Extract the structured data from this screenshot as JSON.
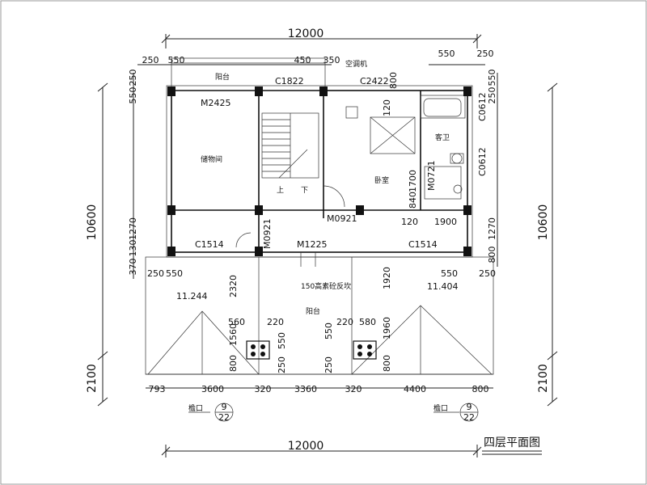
{
  "title": "四层平面图",
  "dims": {
    "top_total": "12000",
    "bottom_total": "12000",
    "left_total": "10600",
    "right_total": "10600",
    "left_bottom": "2100",
    "right_bottom": "2100",
    "top_250a": "250",
    "top_550": "550",
    "top_450": "450",
    "top_350": "350",
    "top_r550": "550",
    "top_r250": "250",
    "l_250": "250",
    "l_550": "550",
    "r_550": "550",
    "r_250": "250",
    "l_1270": "1270",
    "l_130": "130",
    "l_370": "370",
    "r_1270": "1270",
    "r_800": "800",
    "bl_250": "250",
    "bl_550": "550",
    "br_550": "550",
    "br_250": "250",
    "d_2320": "2320",
    "d_1920": "1920",
    "d_560": "560",
    "d_220a": "220",
    "d_1560": "1560",
    "d_550": "550",
    "d_220b": "220",
    "d_580": "580",
    "d_1960": "1960",
    "d_800a": "800",
    "d_250a": "250",
    "d_250b": "250",
    "d_800b": "800",
    "d_550b": "550",
    "m_120a": "120",
    "m_800": "800",
    "m_1700": "1700",
    "m_840": "840",
    "m_120b": "120",
    "m_1900": "1900",
    "b_793": "793",
    "b_3600": "3600",
    "b_320a": "320",
    "b_3360": "3360",
    "b_320b": "320",
    "b_4400": "4400",
    "b_800": "800"
  },
  "labels": {
    "balcony_top": "阳台",
    "balcony_bottom": "阳台",
    "storage": "储物间",
    "bedroom": "卧室",
    "bathroom": "客卫",
    "ac": "空调机",
    "stairs_up": "上",
    "stairs_down": "下",
    "rail_note": "150高素砼反坎",
    "elev_left": "11.244",
    "elev_right": "11.404",
    "eave_left": "檐口",
    "eave_right": "檐口"
  },
  "codes": {
    "c1822": "C1822",
    "c2422": "C2422",
    "m2425": "M2425",
    "c0612a": "C0612",
    "c0612b": "C0612",
    "m0721": "M0721",
    "m0921a": "M0921",
    "m0921b": "M0921",
    "c1514a": "C1514",
    "c1514b": "C1514",
    "m1225": "M1225"
  },
  "detail": {
    "left_num": "9",
    "left_den": "22",
    "right_num": "9",
    "right_den": "22"
  }
}
